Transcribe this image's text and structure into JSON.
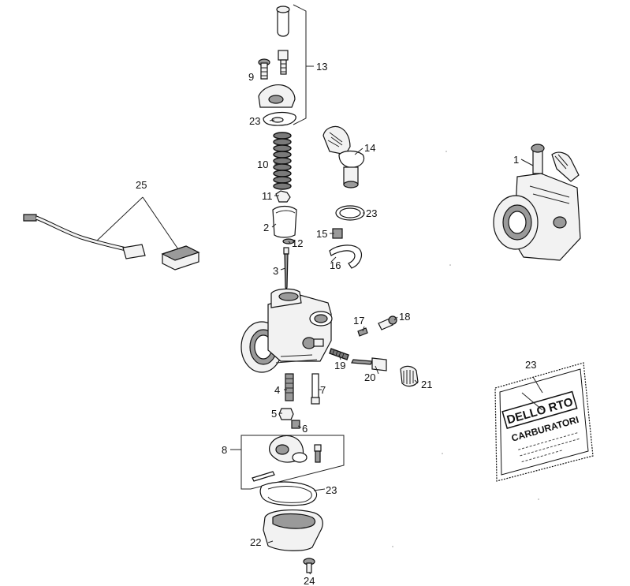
{
  "callouts": [
    {
      "id": "c1",
      "label": "1"
    },
    {
      "id": "c2",
      "label": "2"
    },
    {
      "id": "c3",
      "label": "3"
    },
    {
      "id": "c4",
      "label": "4"
    },
    {
      "id": "c5",
      "label": "5"
    },
    {
      "id": "c6",
      "label": "6"
    },
    {
      "id": "c7",
      "label": "7"
    },
    {
      "id": "c8",
      "label": "8"
    },
    {
      "id": "c9",
      "label": "9"
    },
    {
      "id": "c10",
      "label": "10"
    },
    {
      "id": "c11",
      "label": "11"
    },
    {
      "id": "c12",
      "label": "12"
    },
    {
      "id": "c13",
      "label": "13"
    },
    {
      "id": "c14",
      "label": "14"
    },
    {
      "id": "c15",
      "label": "15"
    },
    {
      "id": "c16",
      "label": "16"
    },
    {
      "id": "c17",
      "label": "17"
    },
    {
      "id": "c18",
      "label": "18"
    },
    {
      "id": "c19",
      "label": "19"
    },
    {
      "id": "c20",
      "label": "20"
    },
    {
      "id": "c21",
      "label": "21"
    },
    {
      "id": "c22",
      "label": "22"
    },
    {
      "id": "c23a",
      "label": "23"
    },
    {
      "id": "c23b",
      "label": "23"
    },
    {
      "id": "c23c",
      "label": "23"
    },
    {
      "id": "c23d",
      "label": "23"
    },
    {
      "id": "c24",
      "label": "24"
    },
    {
      "id": "c25",
      "label": "25"
    }
  ],
  "gasket_kit": {
    "brand": "DELLO RTO",
    "product": "CARBURATORI"
  }
}
